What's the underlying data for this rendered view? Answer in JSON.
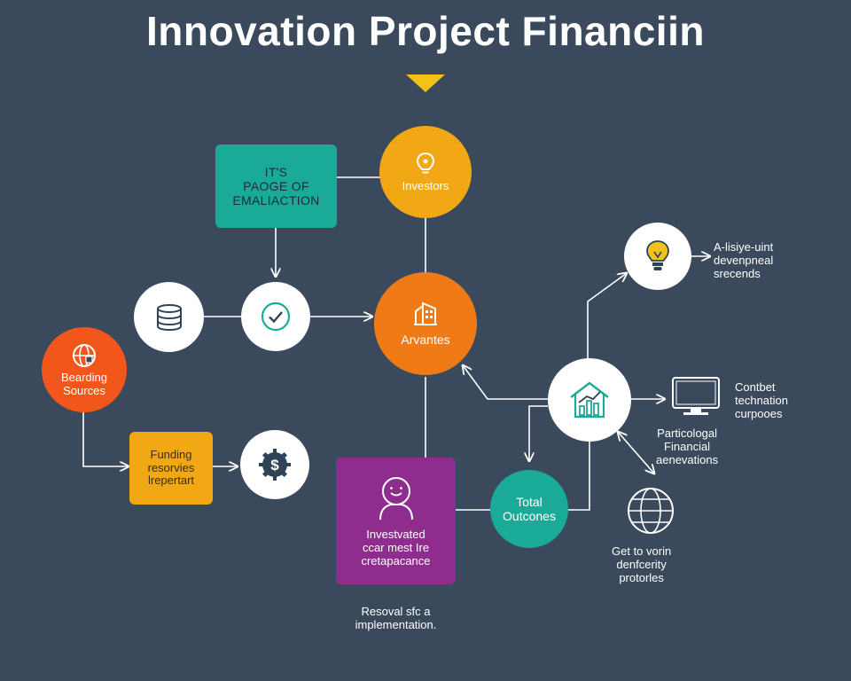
{
  "title": "Innovation Project Financiin",
  "colors": {
    "background": "#3a4a5c",
    "teal": "#1aab98",
    "yellow": "#f2a814",
    "orange": "#f07b16",
    "red_orange": "#f2561a",
    "purple": "#8e2d8e",
    "white": "#ffffff",
    "gold": "#f2c21b"
  },
  "nodes": {
    "evaluation": {
      "text": "IT'S\nPAOGE OF\nEMALIACTION"
    },
    "investors": {
      "icon": "lightbulb-icon",
      "text": "Investors"
    },
    "database": {
      "icon": "database-icon"
    },
    "check": {
      "icon": "check-icon"
    },
    "arvantes": {
      "icon": "building-icon",
      "text": "Arvantes"
    },
    "bearding_sources": {
      "icon": "globe-icon",
      "text": "Bearding\nSources"
    },
    "funding": {
      "text": "Funding\nresorvies\nlrepertart"
    },
    "dollar": {
      "icon": "dollar-gear-icon"
    },
    "investvated": {
      "icon": "person-icon",
      "text": "Investvated\nccar mest Ire\ncretapacance"
    },
    "total_outcones": {
      "text": "Total\nOutcones"
    },
    "analytics_house": {
      "icon": "house-chart-icon"
    },
    "idea_bulb": {
      "icon": "bulb-icon"
    },
    "monitor": {
      "icon": "monitor-icon"
    },
    "globe_outline": {
      "icon": "globe-outline-icon"
    }
  },
  "captions": {
    "dev_records": "A-lisiye-uint\ndevenpneal\nsrecends",
    "technation": "Contbet\ntechnation\ncurpooes",
    "financial": "Particologal\nFinancial\naenevations",
    "get_to_vorin": "Get to vorin\ndenfcerity\nprotorles",
    "resoval": "Resoval sfc a\nimplementation."
  }
}
